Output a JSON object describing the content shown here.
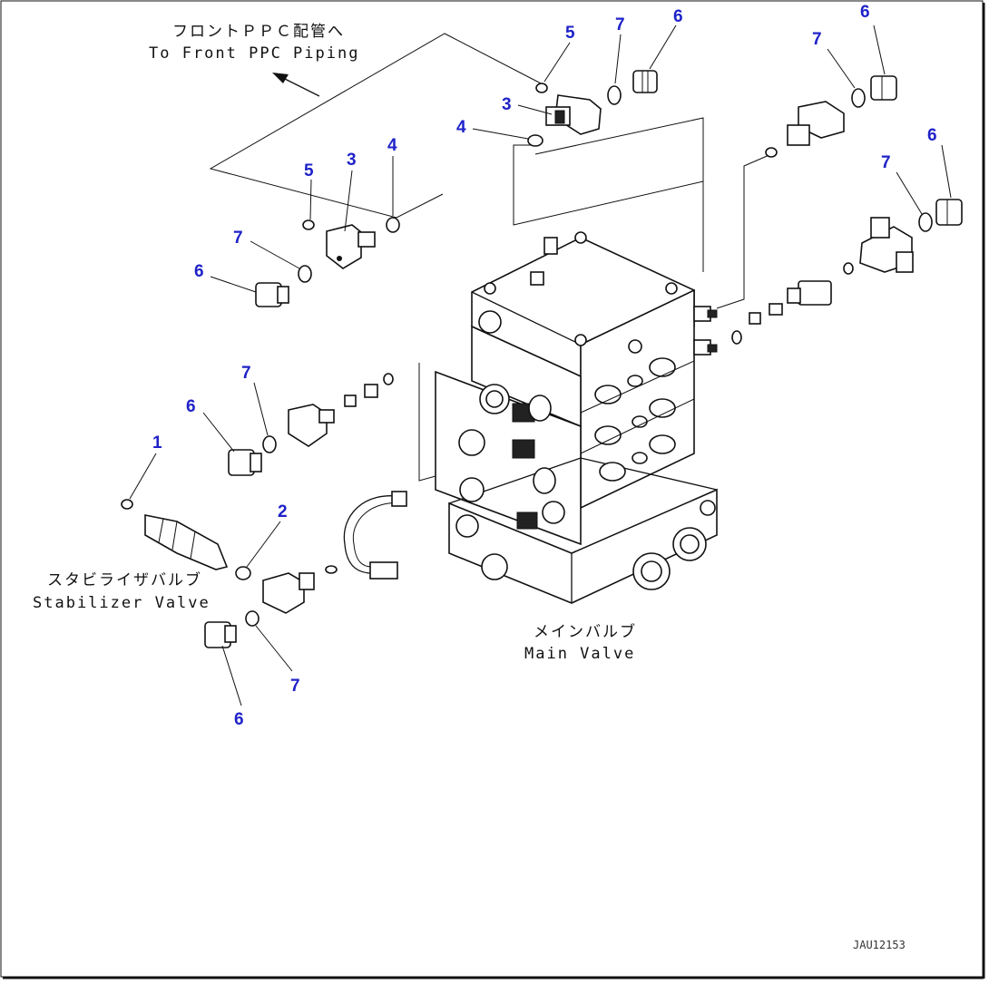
{
  "labels": {
    "to_front_ppc_jp": "フロントＰＰＣ配管へ",
    "to_front_ppc_en": "To Front PPC Piping",
    "stabilizer_jp": "スタビライザバルブ",
    "stabilizer_en": "Stabilizer Valve",
    "main_valve_jp": "メインバルブ",
    "main_valve_en": "Main Valve",
    "drawing_code": "JAU12153"
  },
  "callouts": [
    {
      "id": "5a",
      "text": "5"
    },
    {
      "id": "7a",
      "text": "7"
    },
    {
      "id": "6a",
      "text": "6"
    },
    {
      "id": "6b",
      "text": "6"
    },
    {
      "id": "7b",
      "text": "7"
    },
    {
      "id": "3a",
      "text": "3"
    },
    {
      "id": "4a",
      "text": "4"
    },
    {
      "id": "6c",
      "text": "6"
    },
    {
      "id": "7c",
      "text": "7"
    },
    {
      "id": "5b",
      "text": "5"
    },
    {
      "id": "3b",
      "text": "3"
    },
    {
      "id": "4b",
      "text": "4"
    },
    {
      "id": "7d",
      "text": "7"
    },
    {
      "id": "6d",
      "text": "6"
    },
    {
      "id": "7e",
      "text": "7"
    },
    {
      "id": "6e",
      "text": "6"
    },
    {
      "id": "1",
      "text": "1"
    },
    {
      "id": "2",
      "text": "2"
    },
    {
      "id": "7f",
      "text": "7"
    },
    {
      "id": "6f",
      "text": "6"
    }
  ]
}
